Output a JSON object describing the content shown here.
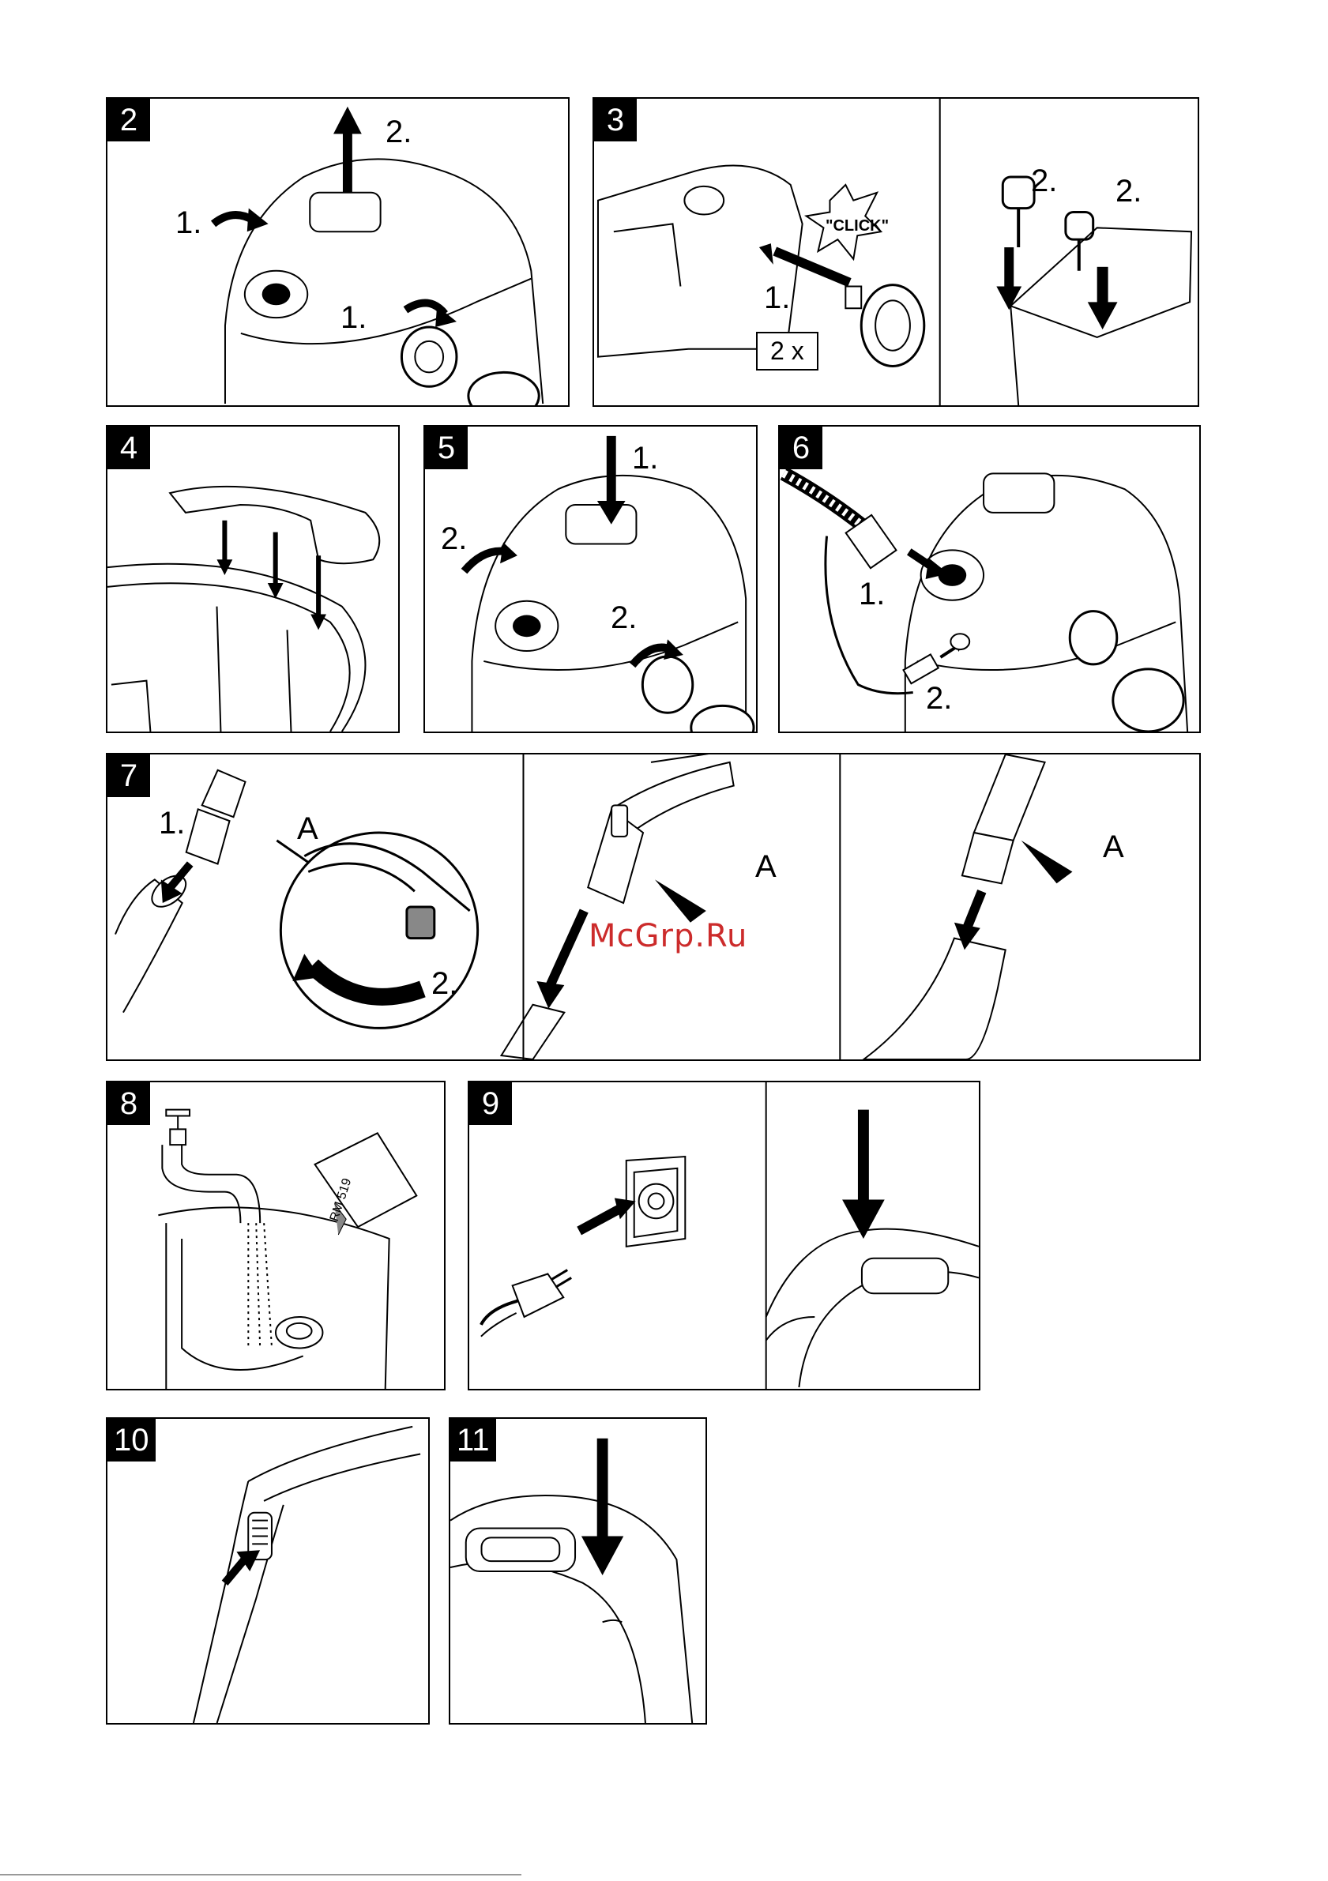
{
  "figures": [
    {
      "number": "2",
      "steps": [
        "1.",
        "1.",
        "2."
      ]
    },
    {
      "number": "3",
      "steps": [
        "1.",
        "2.",
        "2."
      ],
      "callout": "\"CLICK\"",
      "count": "2 x"
    },
    {
      "number": "4"
    },
    {
      "number": "5",
      "steps": [
        "1.",
        "2.",
        "2."
      ]
    },
    {
      "number": "6",
      "steps": [
        "1.",
        "2."
      ]
    },
    {
      "number": "7",
      "steps": [
        "1.",
        "2."
      ],
      "letters": [
        "A",
        "A",
        "A"
      ]
    },
    {
      "number": "8",
      "product_label": "RM 519"
    },
    {
      "number": "9"
    },
    {
      "number": "10"
    },
    {
      "number": "11"
    }
  ],
  "watermark": "McGrp.Ru"
}
